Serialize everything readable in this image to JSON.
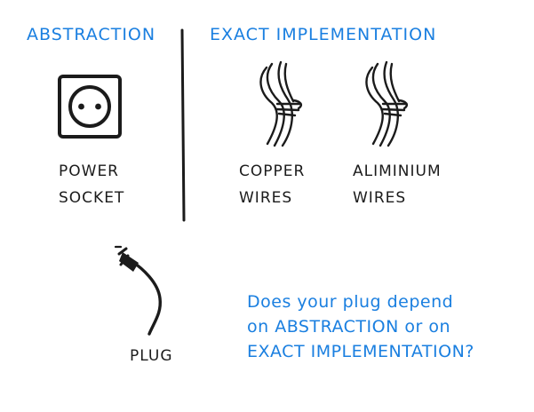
{
  "headings": {
    "abstraction": "ABSTRACTION",
    "implementation": "EXACT IMPLEMENTATION"
  },
  "items": {
    "power_socket": [
      "POWER",
      "SOCKET"
    ],
    "copper_wires": [
      "COPPER",
      "WIRES"
    ],
    "aluminium_wires": [
      "ALIMINIUM",
      "WIRES"
    ],
    "plug": "PLUG"
  },
  "question": [
    "Does your plug depend",
    "on ABSTRACTION or on",
    "EXACT IMPLEMENTATION?"
  ],
  "colors": {
    "accent": "#1a7fe0",
    "ink": "#1b1b1b"
  },
  "icons": [
    "power-socket-icon",
    "copper-wires-icon",
    "aluminium-wires-icon",
    "plug-icon"
  ]
}
